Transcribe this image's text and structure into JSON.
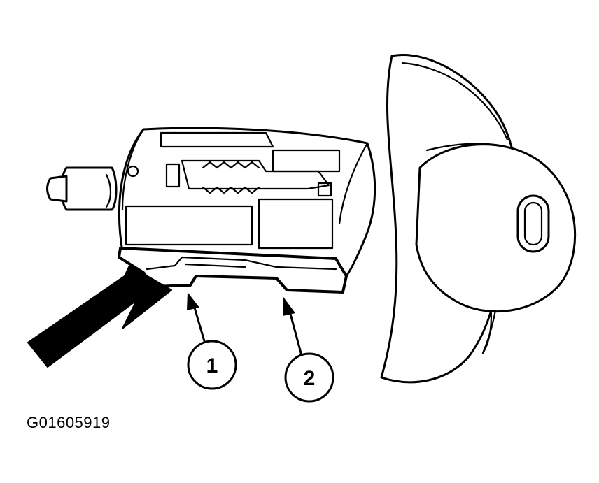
{
  "figure": {
    "id_label": "G01605919",
    "callouts": [
      {
        "number": "1"
      },
      {
        "number": "2"
      }
    ]
  }
}
